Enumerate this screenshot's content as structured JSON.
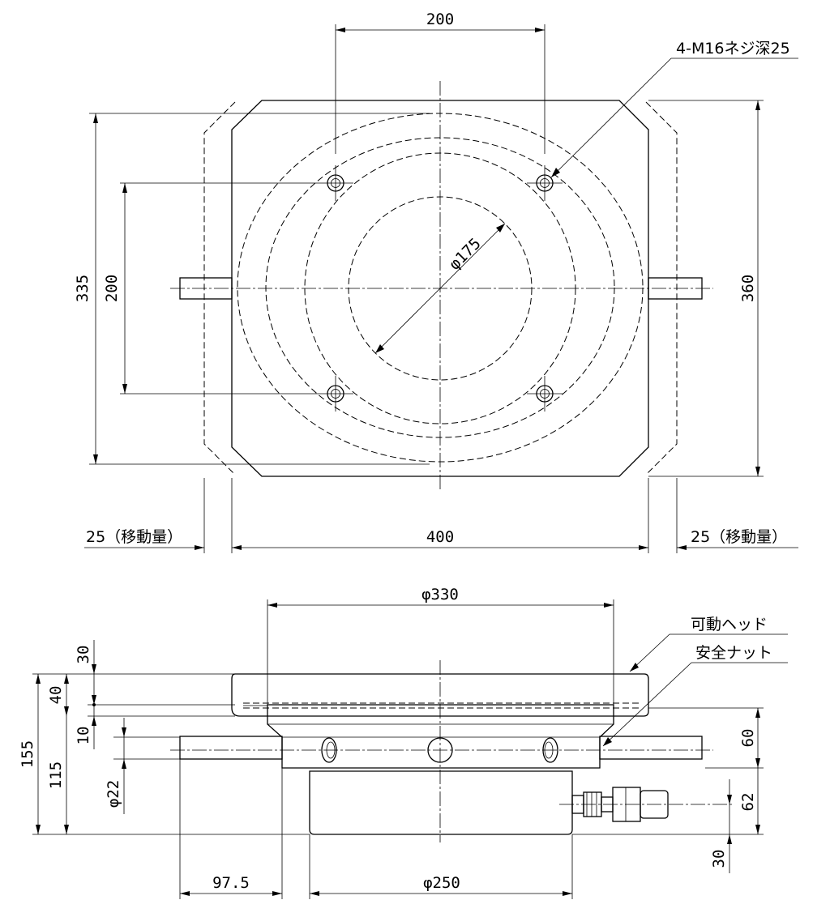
{
  "top_view": {
    "dim_hole_spacing_x": "200",
    "dim_hole_spacing_y": "200",
    "dim_height_inner": "335",
    "dim_height_outer": "360",
    "dim_width": "400",
    "dim_travel_left": "25（移動量）",
    "dim_travel_right": "25（移動量）",
    "dim_diameter_inner": "φ175",
    "label_holes": "4-M16ネジ深25"
  },
  "side_view": {
    "dim_head_diameter": "φ330",
    "dim_body_diameter": "φ250",
    "dim_30_top": "30",
    "dim_40": "40",
    "dim_10": "10",
    "dim_155": "155",
    "dim_115": "115",
    "dim_pin_diameter": "φ22",
    "dim_60": "60",
    "dim_62": "62",
    "dim_30_bottom": "30",
    "dim_97_5": "97.5",
    "label_movable_head": "可動ヘッド",
    "label_safety_nut": "安全ナット"
  }
}
